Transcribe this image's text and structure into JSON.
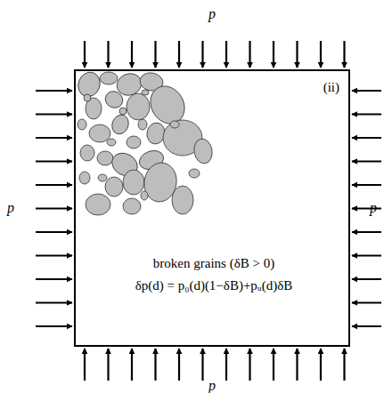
{
  "diagram": {
    "nodes": [
      {
        "text": [
          "(ii)",
          "broken grains (δB > 0)",
          "δp(d) = p₀(d)(1−δB)+pᵤ(d)δB"
        ]
      }
    ],
    "labels": [
      "p",
      "p",
      "p",
      "p"
    ]
  }
}
